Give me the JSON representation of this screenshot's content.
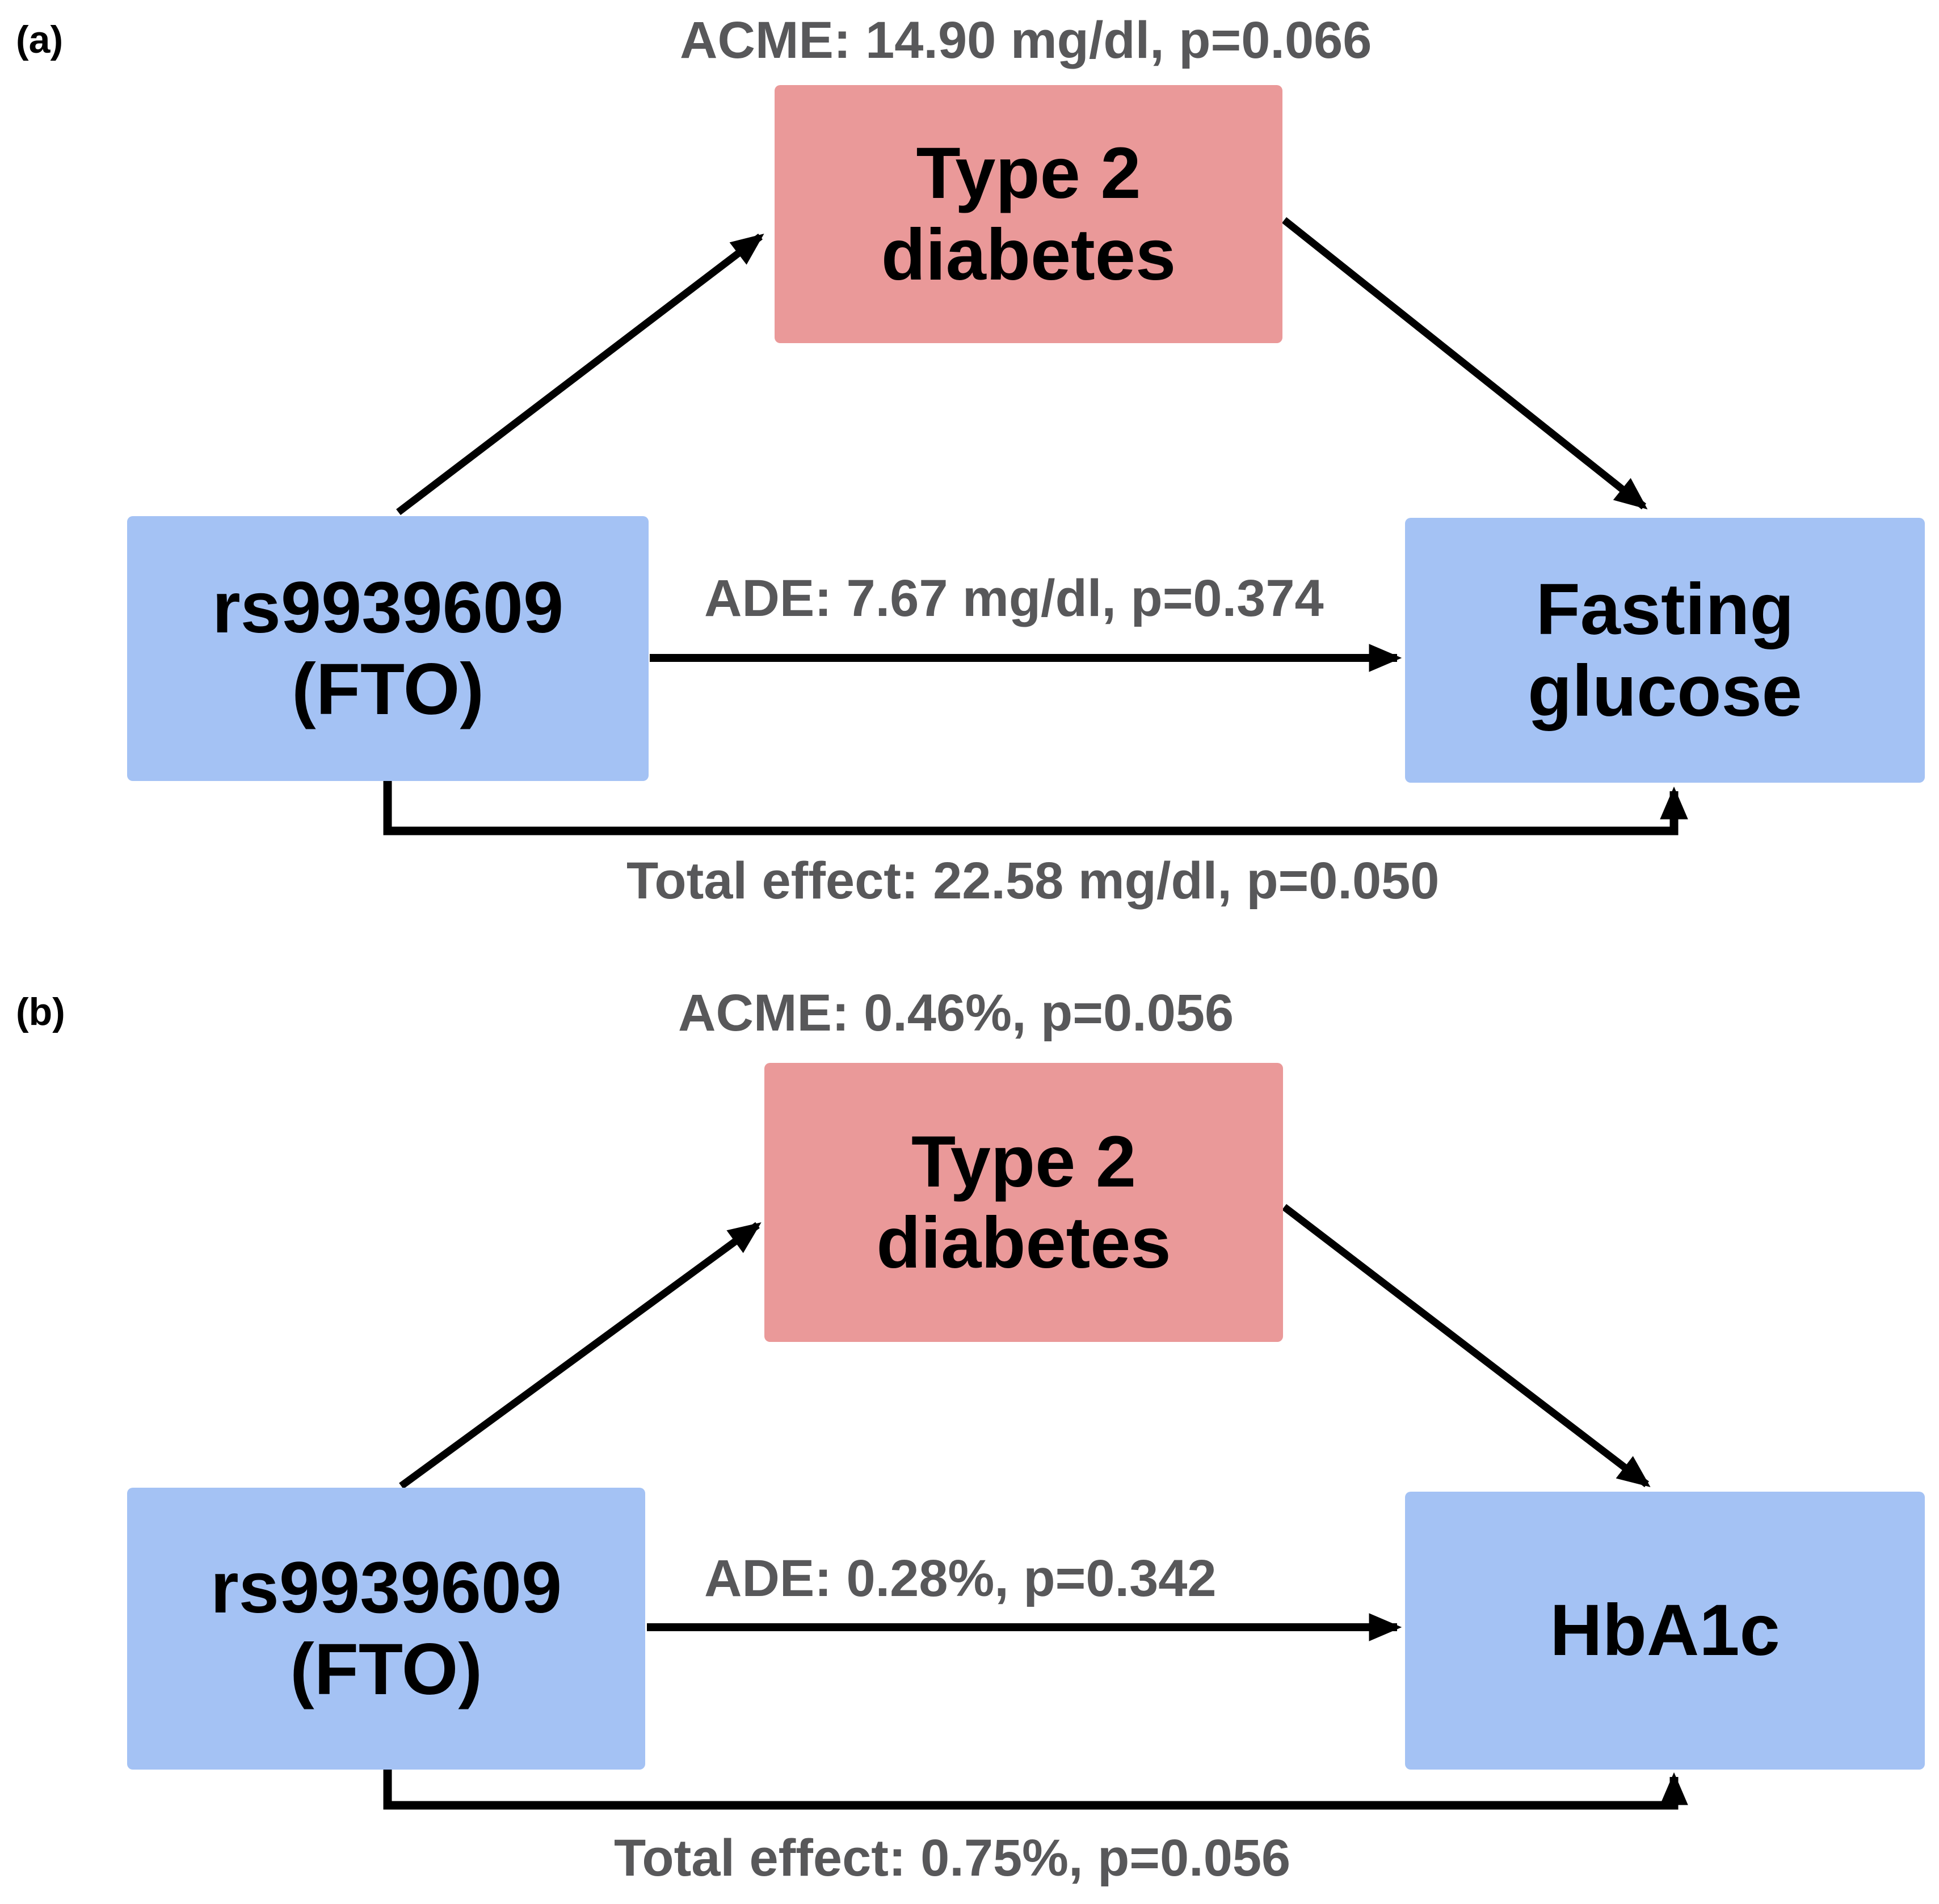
{
  "figure": {
    "type": "mediation-diagram",
    "colors": {
      "mediator_fill": "#ea9999",
      "variable_fill": "#a4c2f4",
      "annotation_text": "#58585a",
      "box_text": "#000000",
      "arrow": "#000000"
    },
    "panels": [
      {
        "label": "(a)",
        "acme": "ACME: 14.90 mg/dl, p=0.066",
        "ade": "ADE: 7.67 mg/dl, p=0.374",
        "total": "Total effect: 22.58 mg/dl, p=0.050",
        "mediator": {
          "line1": "Type 2",
          "line2": "diabetes"
        },
        "exposure": {
          "line1": "rs9939609",
          "line2": "(FTO)"
        },
        "outcome": {
          "line1": "Fasting",
          "line2": "glucose"
        }
      },
      {
        "label": "(b)",
        "acme": "ACME: 0.46%, p=0.056",
        "ade": "ADE: 0.28%, p=0.342",
        "total": "Total effect: 0.75%, p=0.056",
        "mediator": {
          "line1": "Type 2",
          "line2": "diabetes"
        },
        "exposure": {
          "line1": "rs9939609",
          "line2": "(FTO)"
        },
        "outcome": {
          "line1": "HbA1c",
          "line2": ""
        }
      }
    ]
  }
}
